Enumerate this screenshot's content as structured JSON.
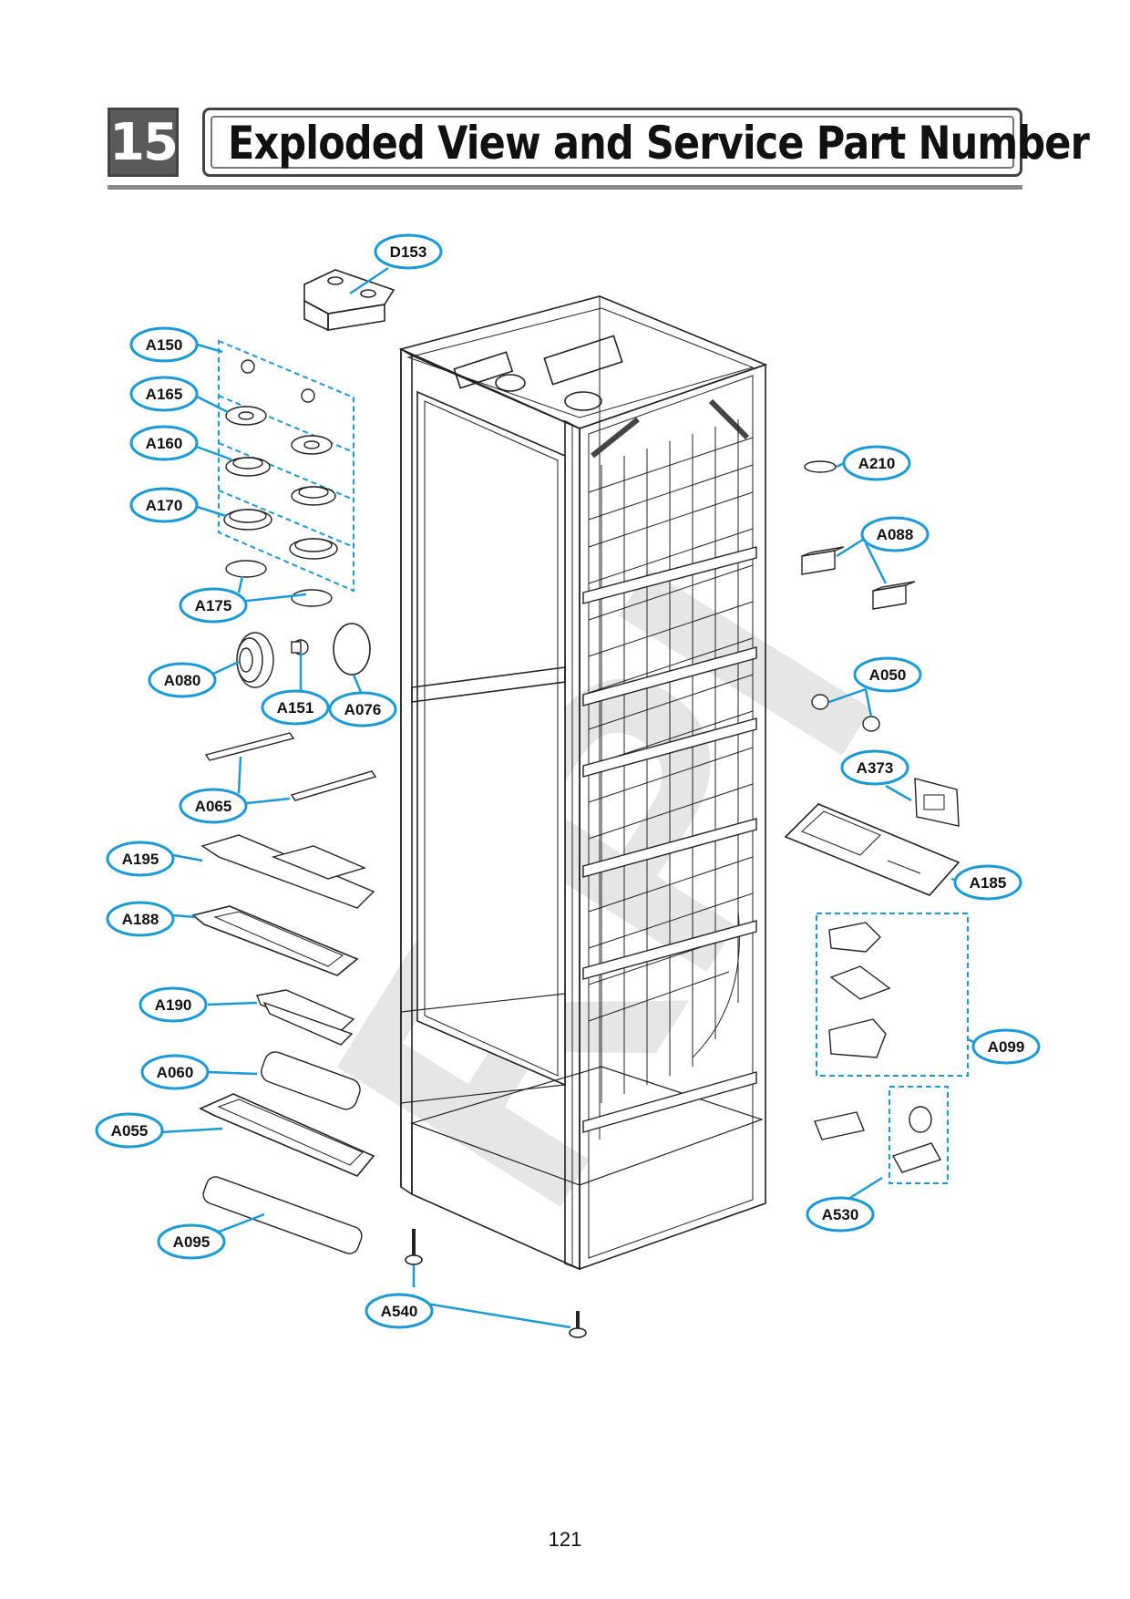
{
  "header": {
    "section_number": "15",
    "title": "Exploded View and Service Part Number"
  },
  "watermark": "RPI",
  "callouts": [
    "D153",
    "A150",
    "A165",
    "A160",
    "A170",
    "A175",
    "A080",
    "A151",
    "A076",
    "A065",
    "A195",
    "A188",
    "A190",
    "A060",
    "A055",
    "A095",
    "A540",
    "A210",
    "A088",
    "A050",
    "A373",
    "A185",
    "A099",
    "A530"
  ],
  "page_number": "121"
}
